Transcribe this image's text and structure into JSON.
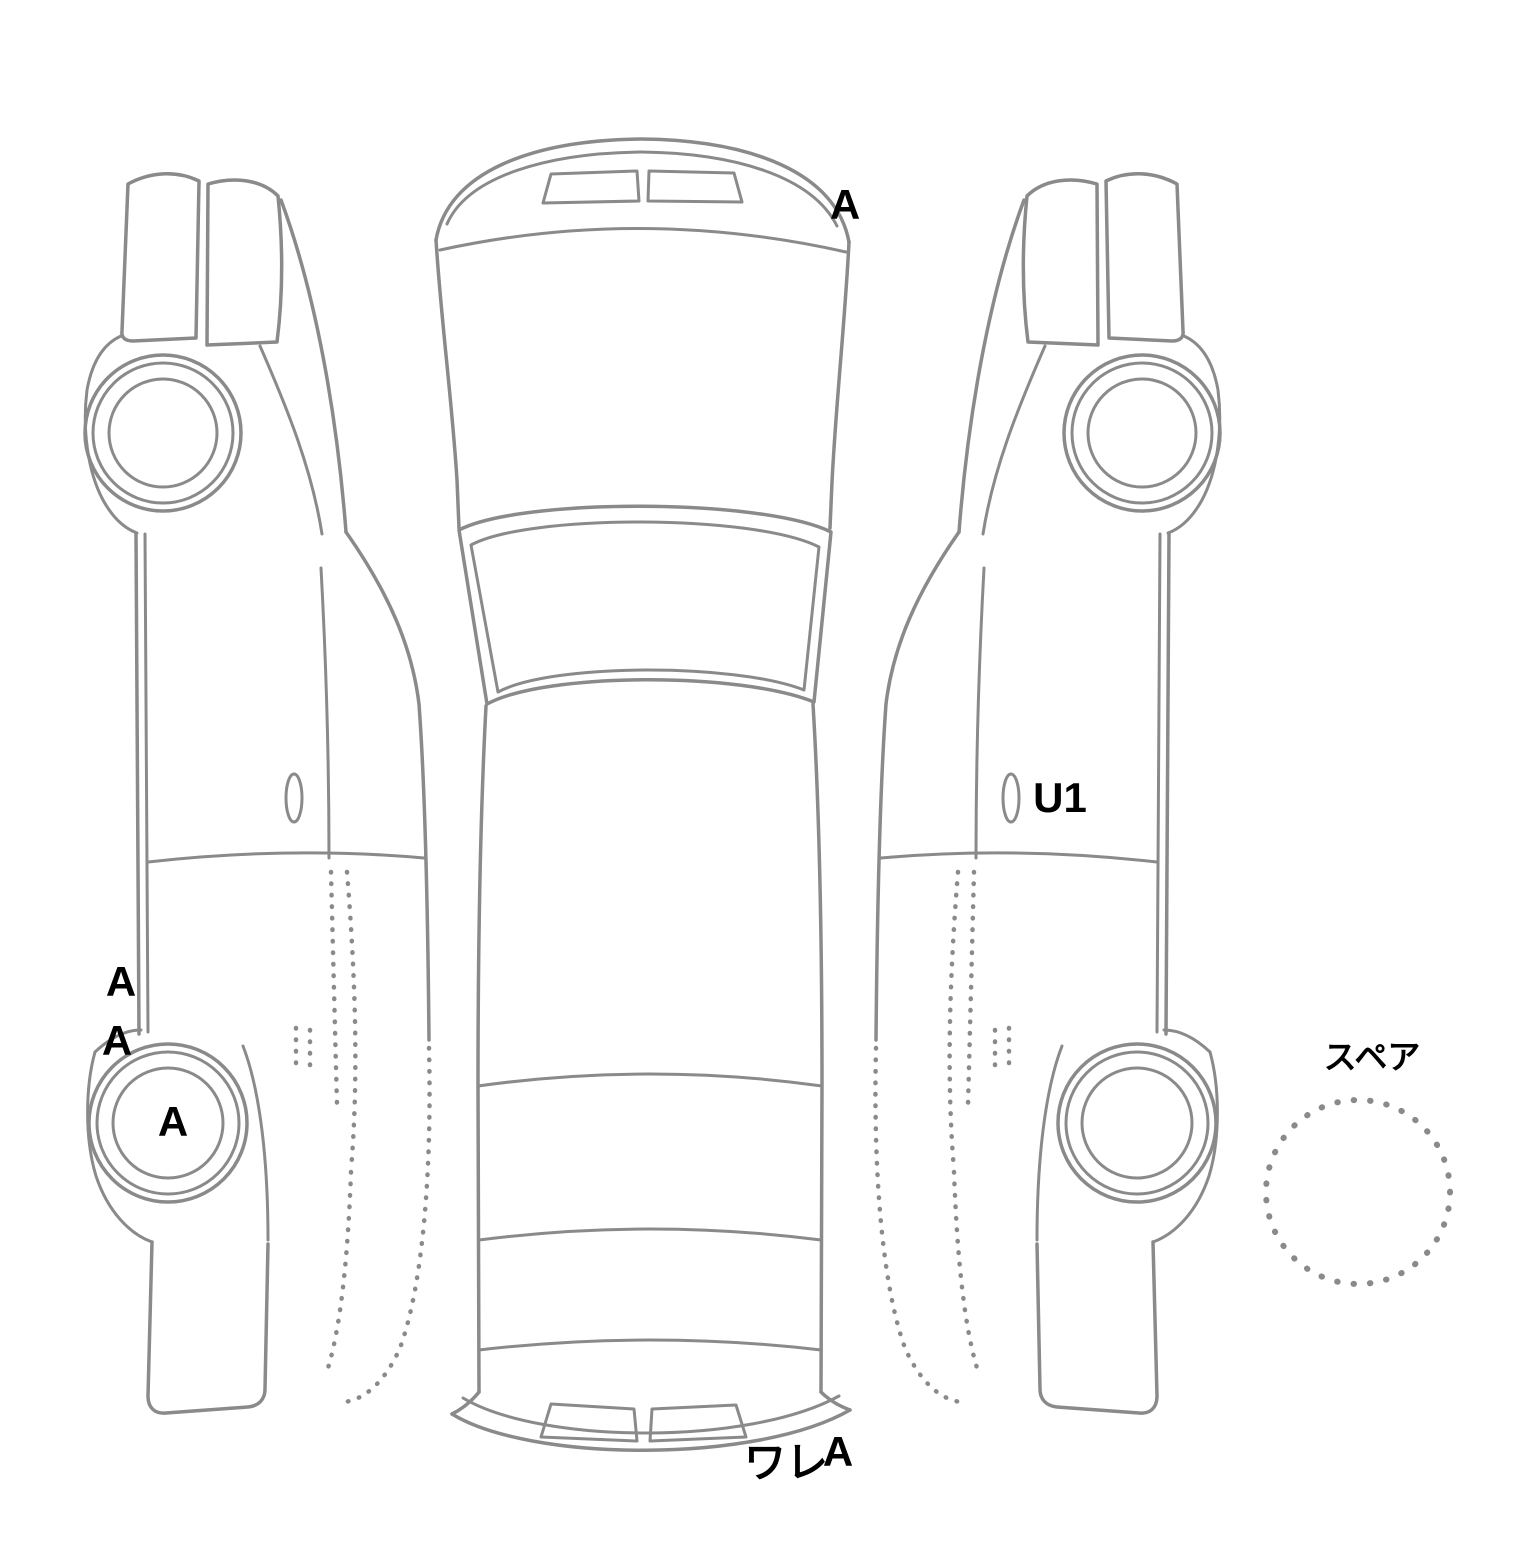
{
  "colors": {
    "background": "#ffffff",
    "line": "#8a8a8a",
    "text": "#000000"
  },
  "annotations": {
    "front_right_a": "A",
    "right_door_u1": "U1",
    "left_rocker_a_upper": "A",
    "left_rocker_a_lower": "A",
    "left_wheel_a": "A",
    "rear_bumper_ware": "ワレ",
    "rear_bumper_a": "A",
    "spare_label": "スペア"
  }
}
